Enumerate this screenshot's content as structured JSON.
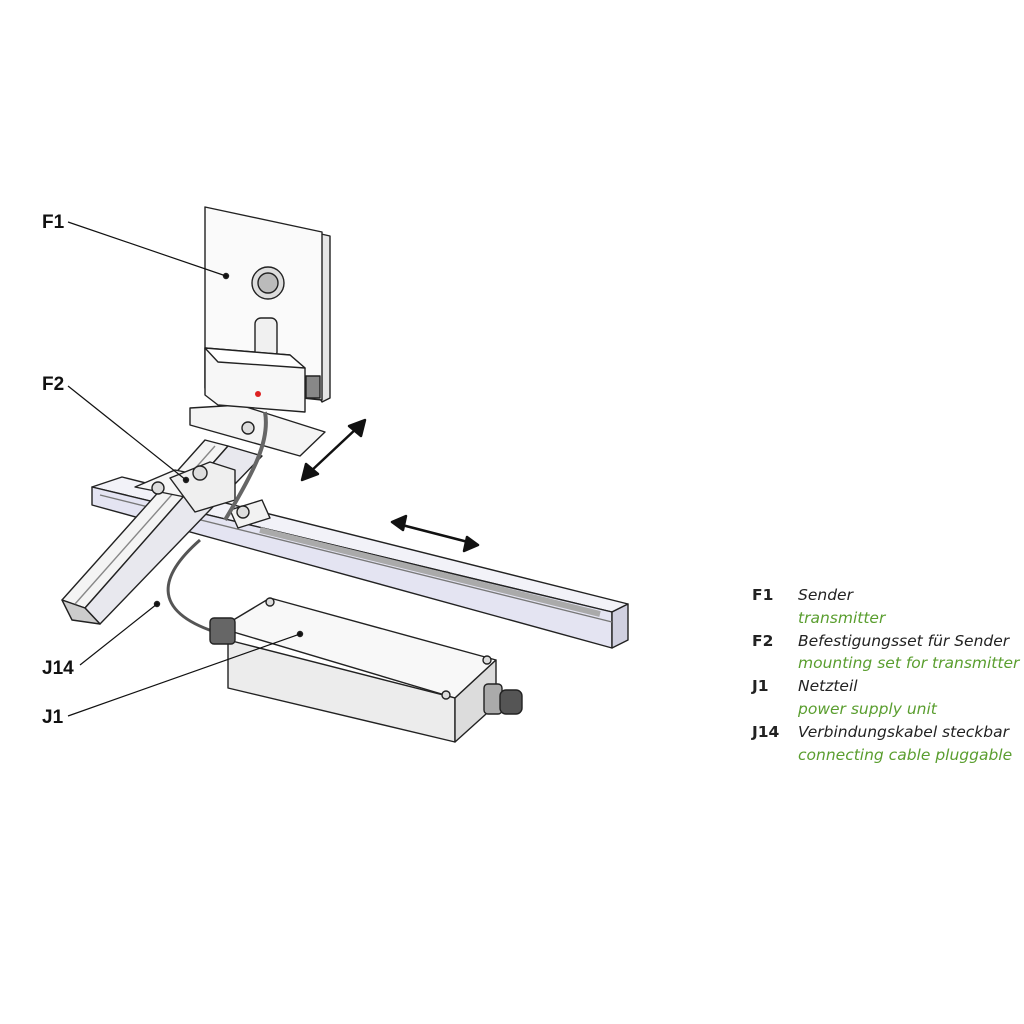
{
  "callouts": {
    "f1": "F1",
    "f2": "F2",
    "j14": "J14",
    "j1": "J1"
  },
  "legend": [
    {
      "code": "F1",
      "de": "Sender",
      "en": "transmitter"
    },
    {
      "code": "F2",
      "de": "Befestigungsset für Sender",
      "en": "mounting set for transmitter"
    },
    {
      "code": "J1",
      "de": "Netzteil",
      "en": "power supply unit"
    },
    {
      "code": "J14",
      "de": "Verbindungskabel steckbar",
      "en": "connecting cable pluggable"
    }
  ],
  "colors": {
    "accent": "#5a9e2f",
    "rail": "#e4e4f2"
  }
}
